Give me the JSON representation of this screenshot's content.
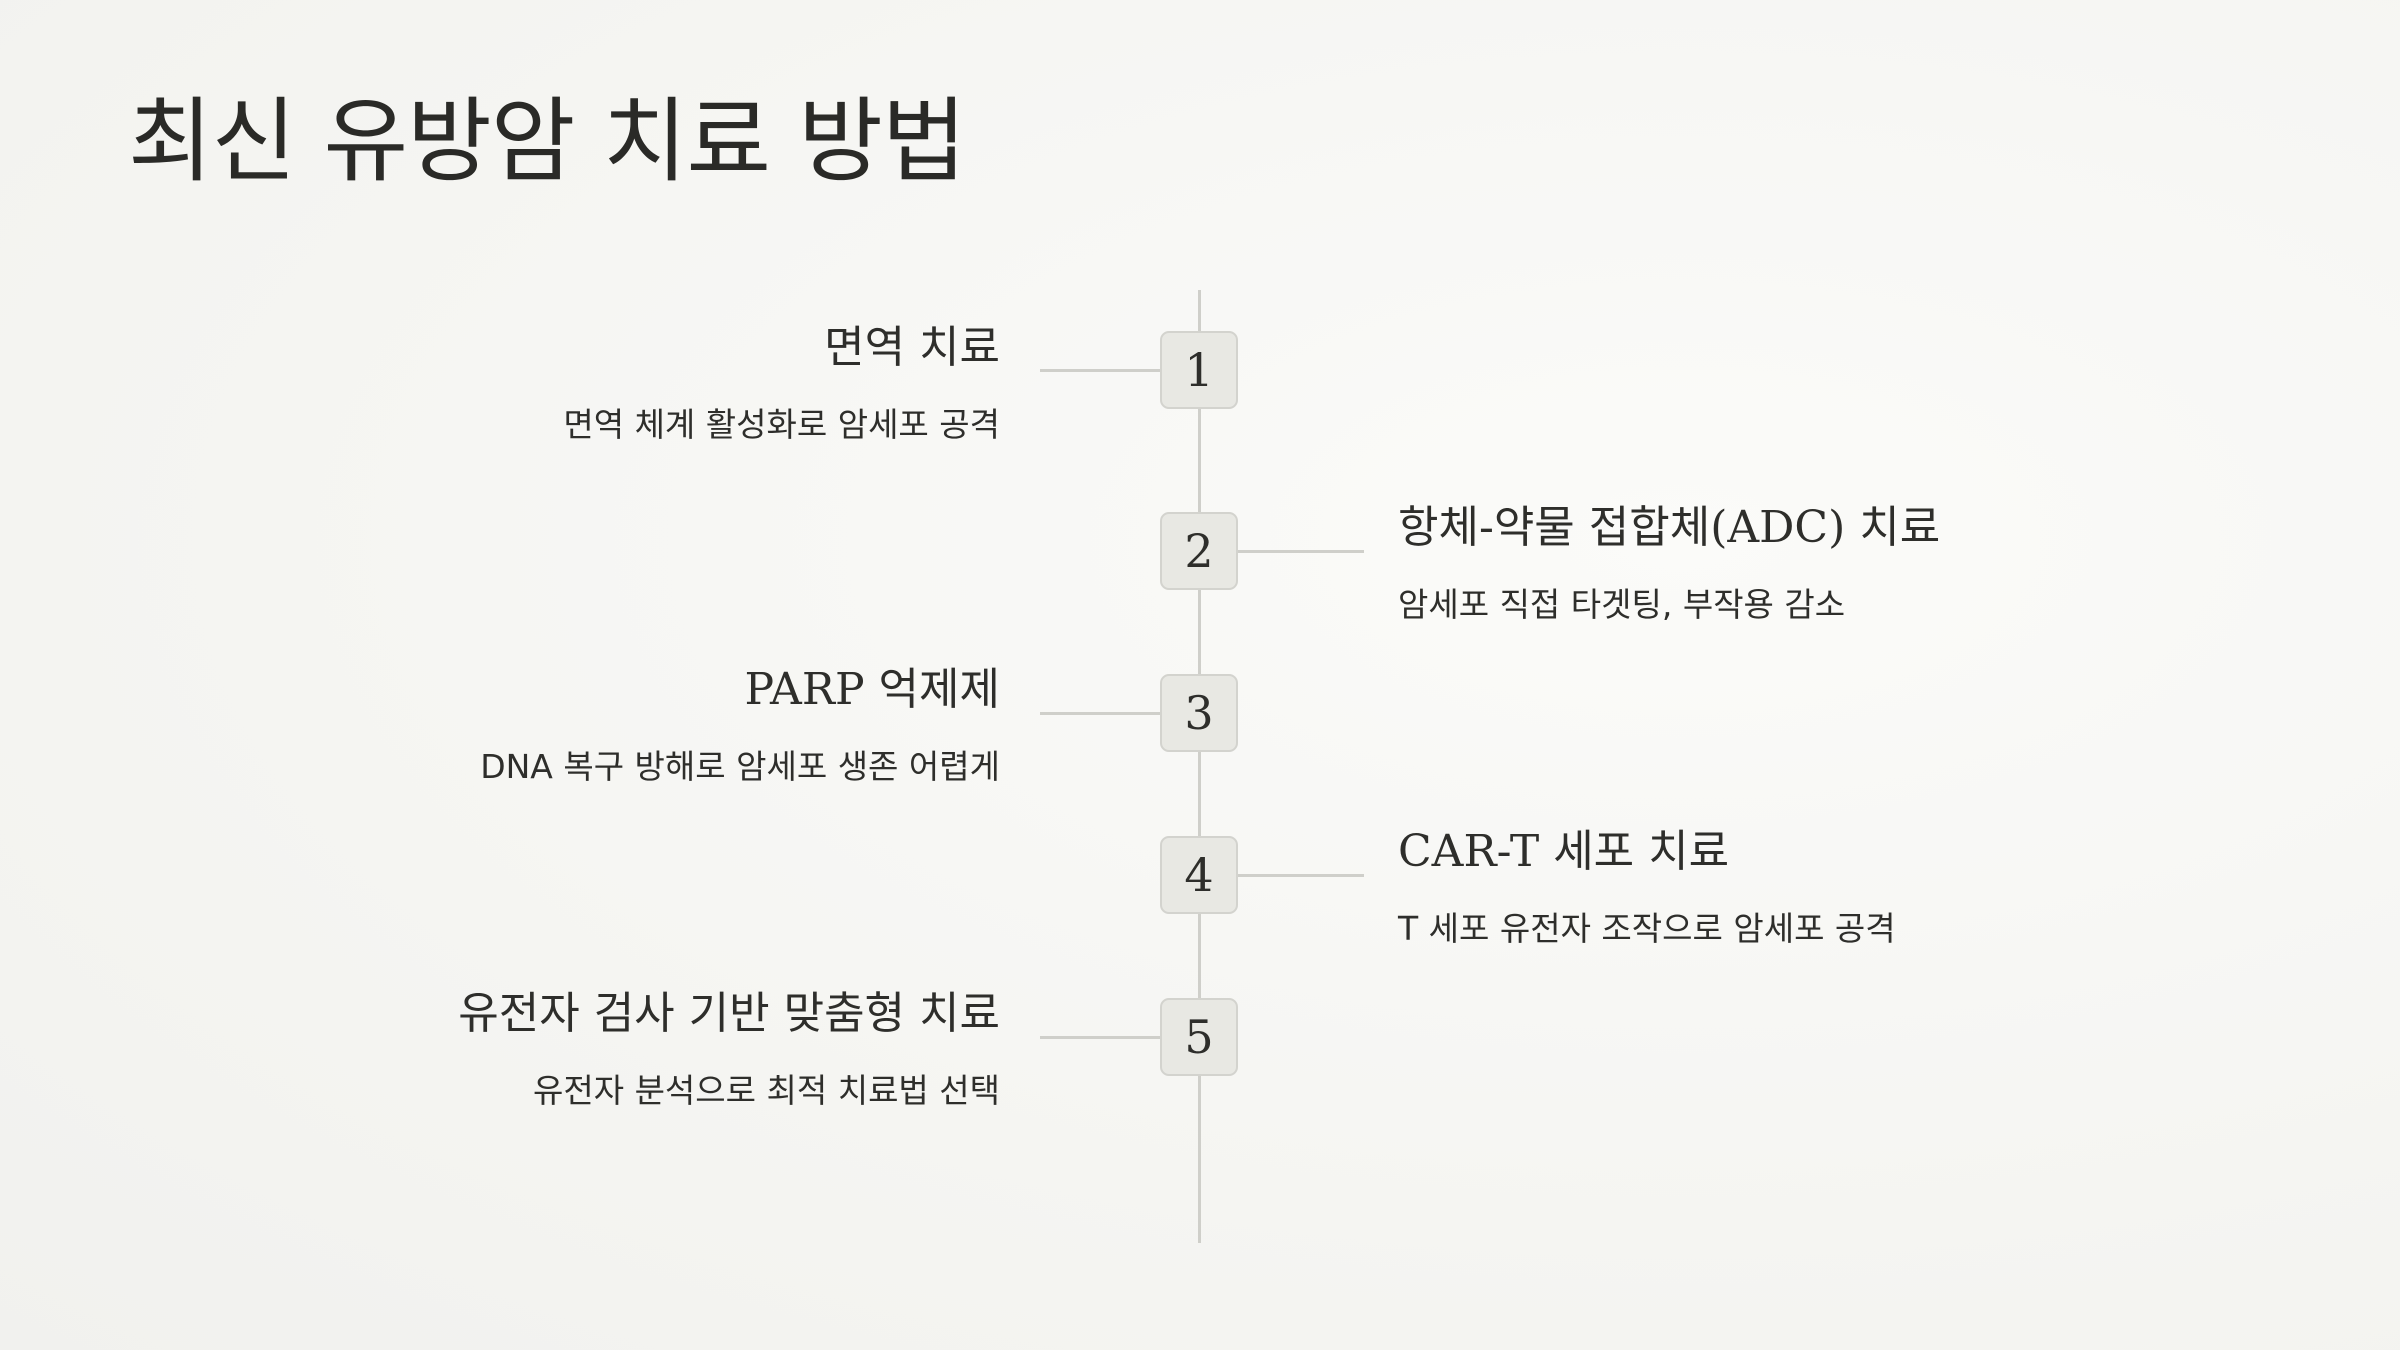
{
  "title": "최신 유방암 치료 방법",
  "items": [
    {
      "number": "1",
      "title": "면역 치료",
      "description": "면역 체계 활성화로 암세포 공격"
    },
    {
      "number": "2",
      "title": "항체-약물 접합체(ADC) 치료",
      "description": "암세포 직접 타겟팅, 부작용 감소"
    },
    {
      "number": "3",
      "title": "PARP 억제제",
      "description": "DNA 복구 방해로 암세포 생존 어렵게"
    },
    {
      "number": "4",
      "title": "CAR-T 세포 치료",
      "description": "T 세포 유전자 조작으로 암세포 공격"
    },
    {
      "number": "5",
      "title": "유전자 검사 기반 맞춤형 치료",
      "description": "유전자 분석으로 최적 치료법 선택"
    }
  ],
  "colors": {
    "background": "#f5f5f2",
    "line": "#cfcfca",
    "badge": "#e8e8e3",
    "text": "#2e2e2b"
  }
}
